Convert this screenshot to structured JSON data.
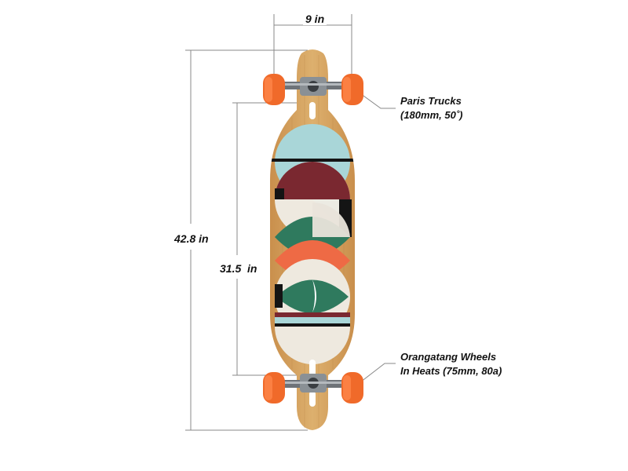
{
  "dimensions": {
    "width": "9 in",
    "total_length": "42.8 in",
    "wheelbase": "31.5  in"
  },
  "callouts": {
    "trucks_line1": "Paris Trucks",
    "trucks_line2": "(180mm, 50˚)",
    "wheels_line1": "Orangatang Wheels",
    "wheels_line2": "In Heats (75mm, 80a)"
  },
  "colors": {
    "bamboo": "#d4a05e",
    "wheel": "#f06a2a",
    "teal": "#a9d6d8",
    "maroon": "#7a2830",
    "green": "#2f7a5e",
    "orange": "#ee6a45",
    "black": "#141414",
    "cream": "#eee9df"
  }
}
